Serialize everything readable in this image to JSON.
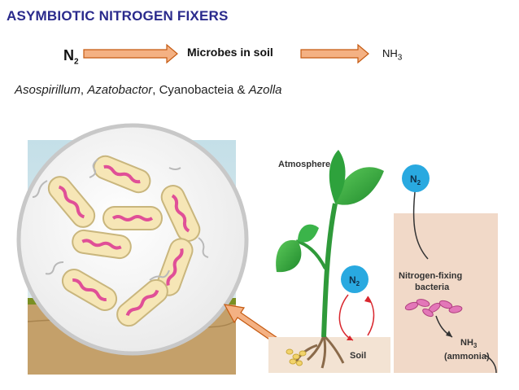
{
  "slide": {
    "title": "ASYMBIOTIC NITROGEN FIXERS",
    "flow": {
      "source": "N",
      "source_sub": "2",
      "middle": "Microbes in soil",
      "product": "NH",
      "product_sub": "3"
    },
    "organisms": {
      "o1": "Asospirillum",
      "sep1": ", ",
      "o2": "Azatobactor",
      "sep2": ", Cyanobacteia & ",
      "o3": "Azolla"
    }
  },
  "figure": {
    "atmosphere_label": "Atmosphere",
    "n2_bubble_top": "N",
    "n2_bubble_top_sub": "2",
    "n2_bubble_mid": "N",
    "n2_bubble_mid_sub": "2",
    "fixing_label_line1": "Nitrogen-fixing",
    "fixing_label_line2": "bacteria",
    "soil_label": "Soil",
    "nh3_label": "NH",
    "nh3_label_sub": "3",
    "ammonia_label": "(ammonia)"
  },
  "colors": {
    "title": "#2a2a8c",
    "arrow_fill": "#f4b183",
    "arrow_stroke": "#c55a11",
    "bubble": "#29a9e0",
    "soil_panel": "#f1d9c8",
    "bacteria": "#e377b8"
  }
}
